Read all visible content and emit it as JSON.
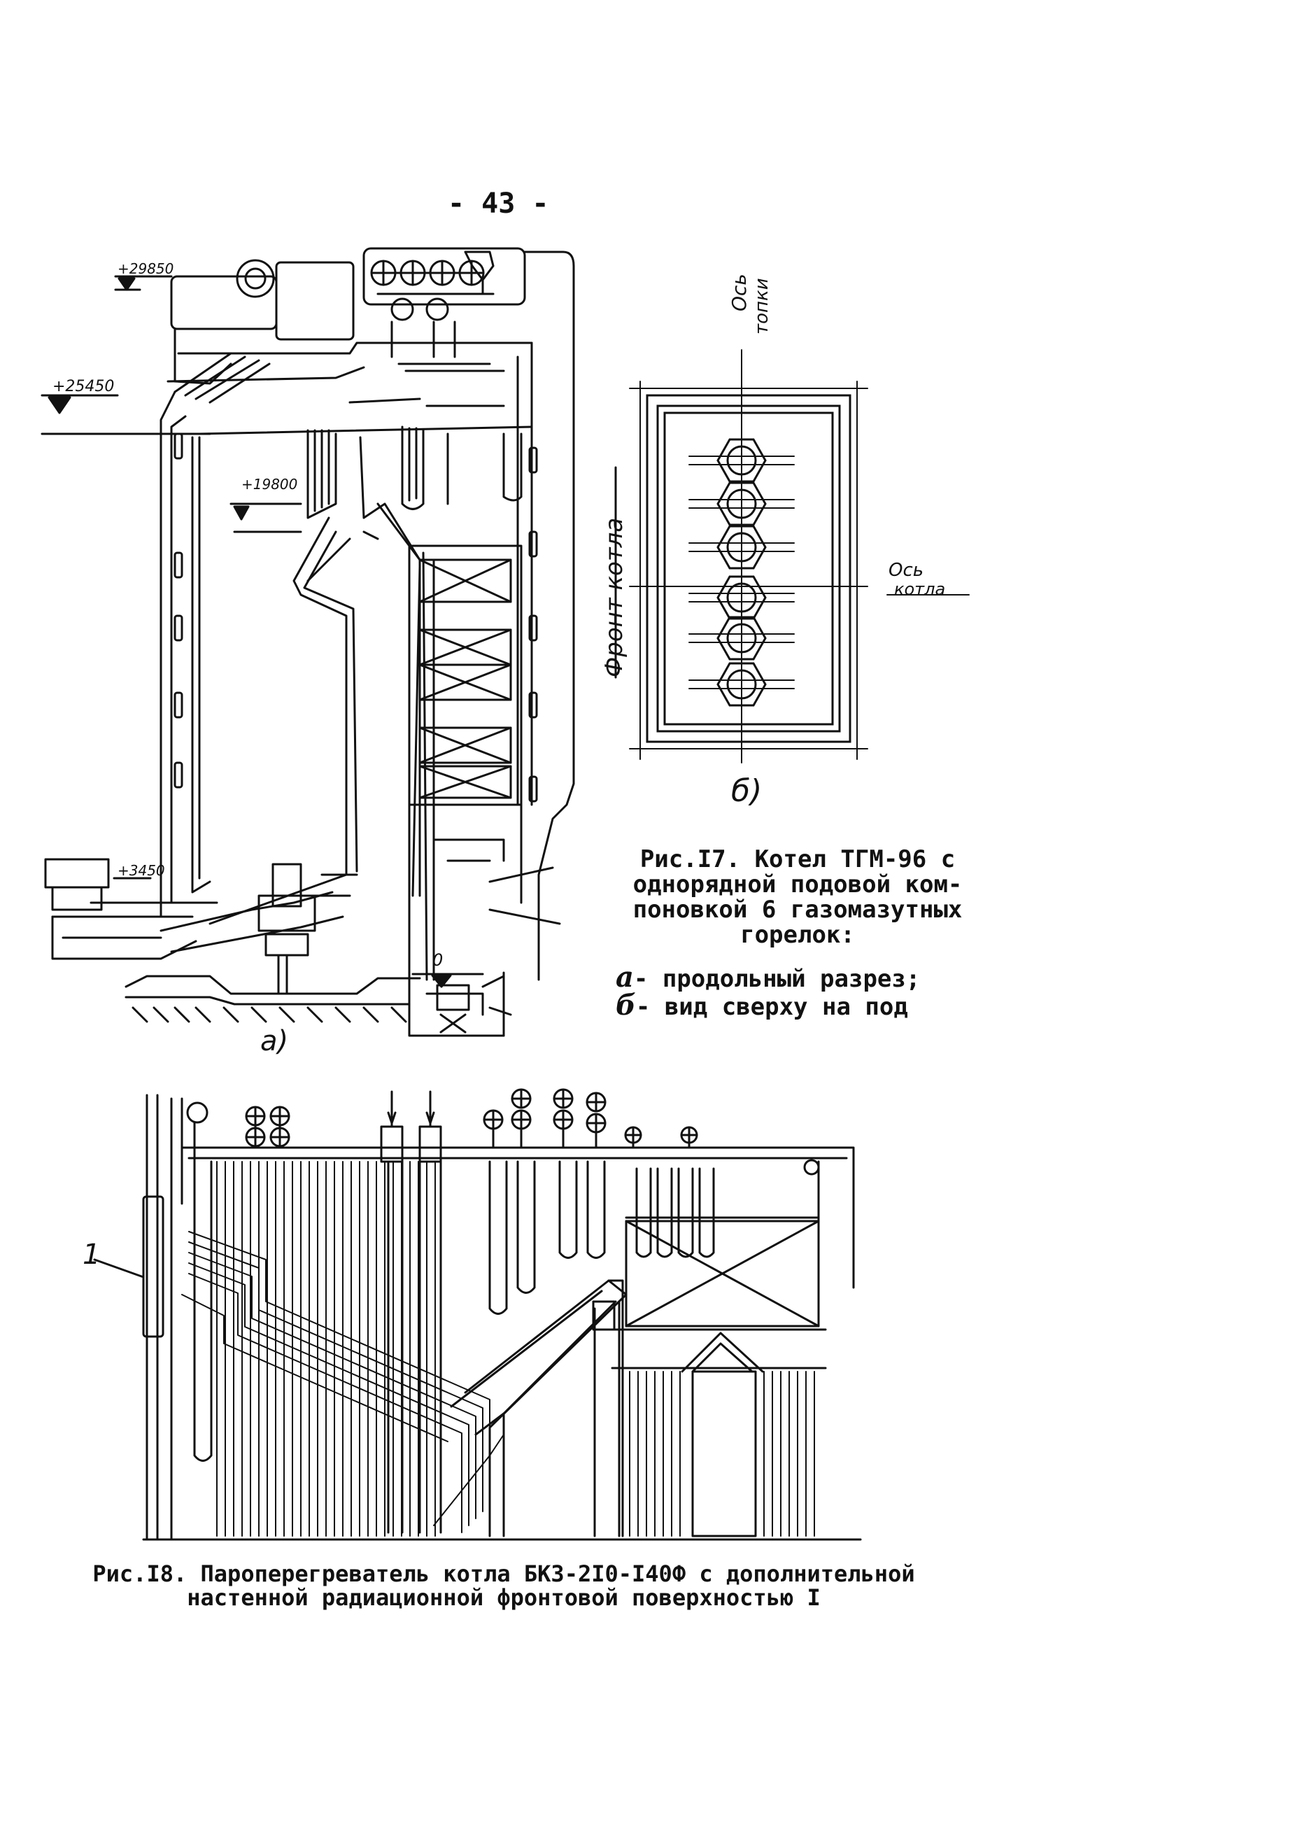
{
  "page": {
    "number": "- 43 -"
  },
  "figure17": {
    "elevations": [
      "+29850",
      "+25450",
      "+19800",
      "+3450",
      "0"
    ],
    "axis_furnace": [
      "Ось",
      "топки"
    ],
    "axis_boiler": [
      "Ось",
      "котла"
    ],
    "front_label": "Фронт котла",
    "subfig_a": "а)",
    "subfig_b": "б)",
    "caption_lines": [
      "Рис.I7. Котел ТГМ-96 с",
      "однорядной подовой ком-",
      "поновкой 6 газомазутных",
      "горелок:"
    ],
    "legend": [
      {
        "letter": "а",
        "text": "- продольный разрез;"
      },
      {
        "letter": "б",
        "text": "- вид  сверху на под"
      }
    ]
  },
  "figure18": {
    "callout": "1",
    "caption_lines": [
      "Рис.I8. Пароперегреватель котла БКЗ-2I0-I40Ф с дополнительной",
      "настенной радиационной фронтовой поверхностью I"
    ]
  }
}
